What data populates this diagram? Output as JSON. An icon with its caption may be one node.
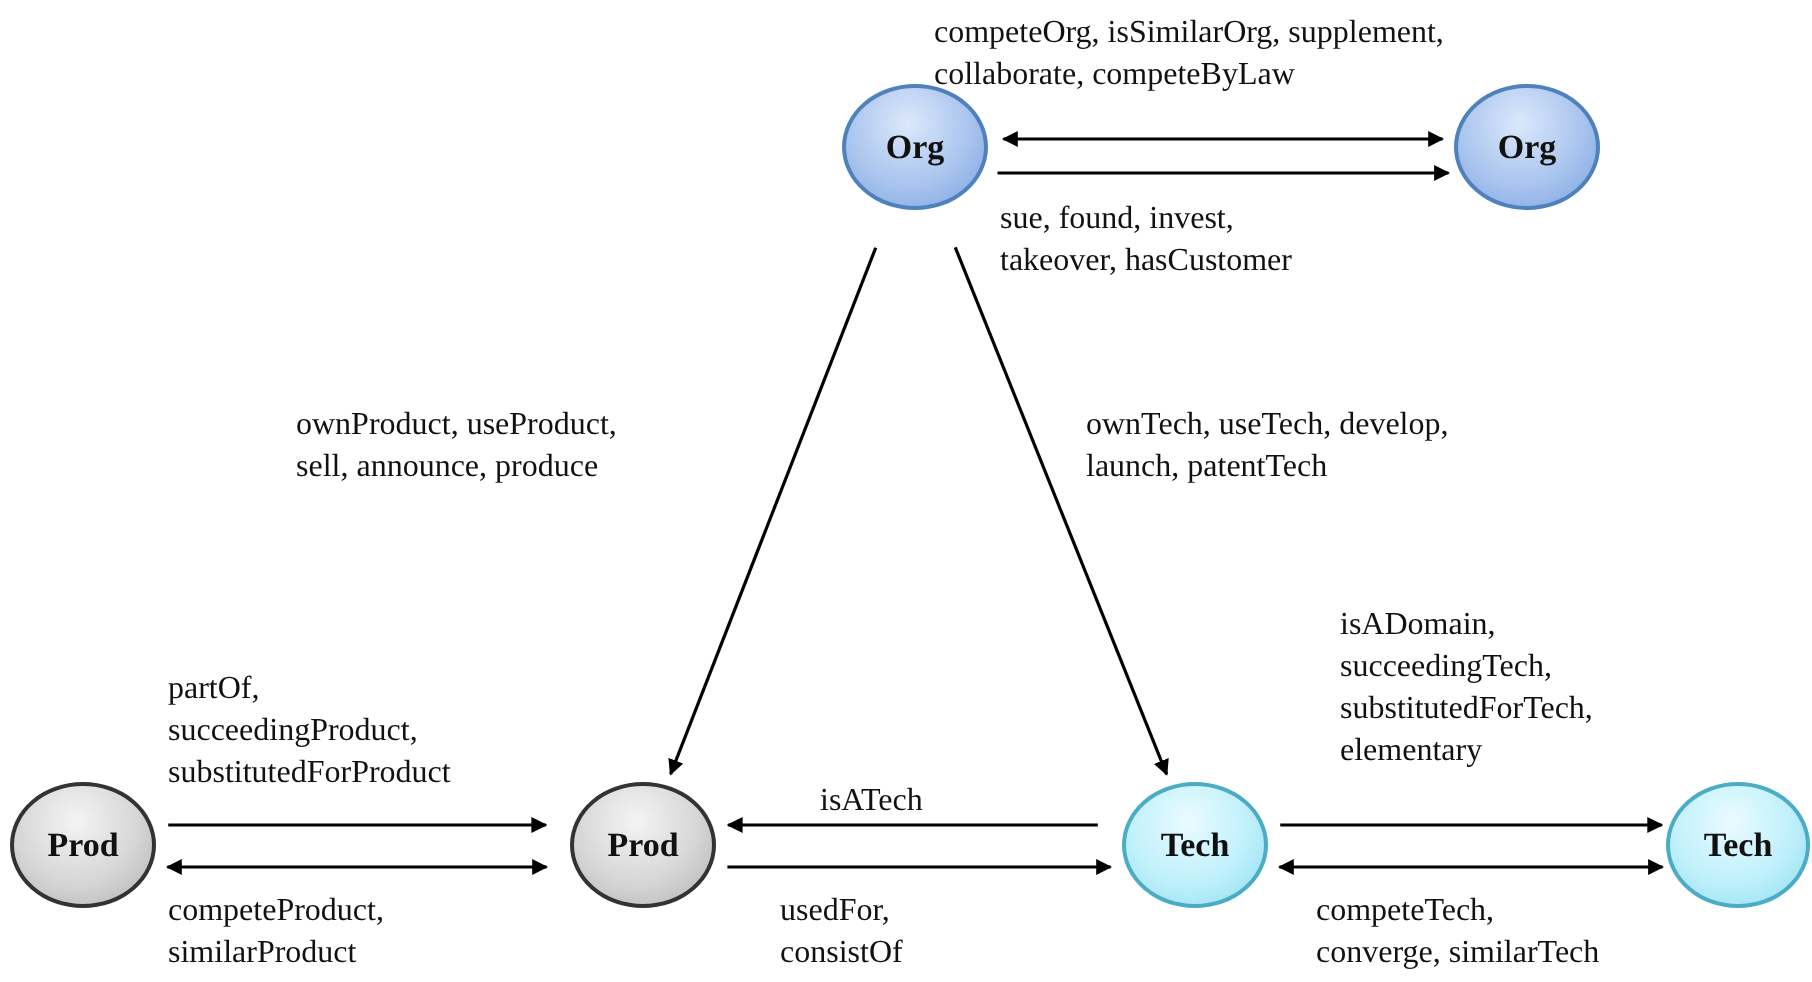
{
  "diagram": {
    "nodes": [
      {
        "text": [
          "Org"
        ]
      },
      {
        "text": [
          "Org"
        ]
      },
      {
        "text": [
          "Prod"
        ]
      },
      {
        "text": [
          "Prod"
        ]
      },
      {
        "text": [
          "Tech"
        ]
      },
      {
        "text": [
          "Tech"
        ]
      }
    ],
    "edges": [
      {
        "from": 0,
        "to": 1,
        "arrow": "both",
        "label": "competeOrg, isSimilarOrg, supplement, collaborate, competeByLaw"
      },
      {
        "from": 0,
        "to": 1,
        "arrow": "to",
        "label": "sue, found, invest, takeover, hasCustomer"
      },
      {
        "from": 0,
        "to": 3,
        "arrow": "to",
        "label": "ownProduct, useProduct, sell, announce, produce"
      },
      {
        "from": 0,
        "to": 4,
        "arrow": "to",
        "label": "ownTech, useTech, develop, launch, patentTech"
      },
      {
        "from": 2,
        "to": 3,
        "arrow": "to",
        "label": "partOf, succeedingProduct, substitutedForProduct"
      },
      {
        "from": 2,
        "to": 3,
        "arrow": "both",
        "label": "competeProduct, similarProduct"
      },
      {
        "from": 4,
        "to": 3,
        "arrow": "to",
        "label": "isATech"
      },
      {
        "from": 3,
        "to": 4,
        "arrow": "to",
        "label": "usedFor, consistOf"
      },
      {
        "from": 4,
        "to": 5,
        "arrow": "to",
        "label": "isADomain, succeedingTech, substitutedForTech, elementary"
      },
      {
        "from": 4,
        "to": 5,
        "arrow": "both",
        "label": "competeTech, converge, similarTech"
      }
    ]
  }
}
